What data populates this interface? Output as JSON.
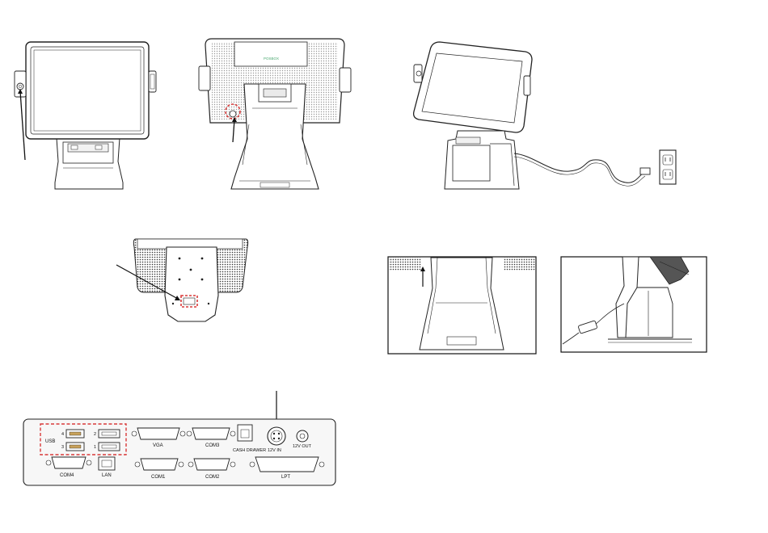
{
  "front_view": {
    "brand": ""
  },
  "rear_view": {
    "brand": "POSBOX"
  },
  "io_panel": {
    "usb_label": "USB",
    "usb_ports": [
      "4",
      "3",
      "2",
      "1"
    ],
    "vga": "VGA",
    "com3": "COM3",
    "com4": "COM4",
    "lan": "LAN",
    "com1": "COM1",
    "com2": "COM2",
    "cash_drawer": "CASH DRAWER",
    "power_in": "12V IN",
    "power_out": "12V OUT",
    "lpt": "LPT"
  },
  "colors": {
    "highlight": "#d93a3a",
    "line": "#222222",
    "panel": "#f4f4f4"
  }
}
